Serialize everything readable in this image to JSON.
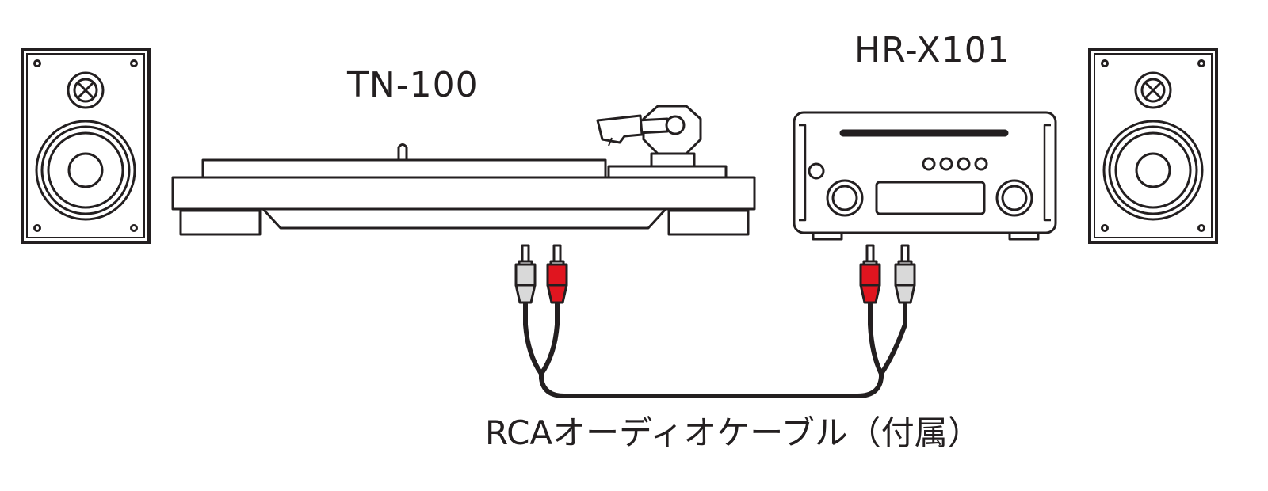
{
  "labels": {
    "turntable": "TN-100",
    "receiver": "HR-X101",
    "cable": "RCAオーディオケーブル（付属）"
  },
  "colors": {
    "line": "#231f20",
    "plug_red": "#e0151f",
    "plug_white": "#d9d9d9",
    "background": "#ffffff"
  }
}
